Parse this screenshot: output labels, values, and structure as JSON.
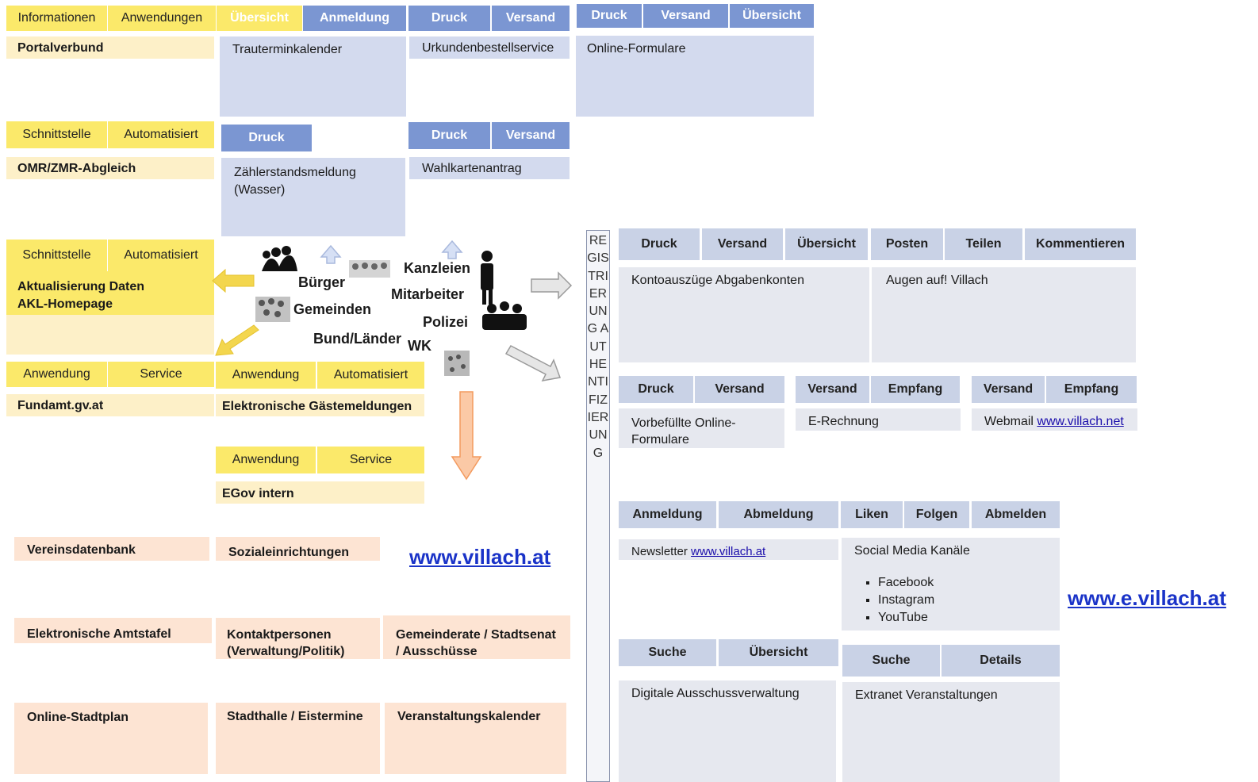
{
  "top": {
    "informationen": "Informationen",
    "anwendungen": "Anwendungen",
    "uebersicht": "Übersicht",
    "anmeldung": "Anmeldung",
    "druck": "Druck",
    "versand": "Versand",
    "druck2": "Druck",
    "versand2": "Versand",
    "uebersicht2": "Übersicht"
  },
  "row1": {
    "portalverbund": "Portalverbund",
    "trauterminkalender": "Trauterminkalender",
    "urkunden": "Urkundenbestellservice",
    "online_formulare": "Online-Formulare"
  },
  "row2": {
    "schnittstelle": "Schnittstelle",
    "automatisiert": "Automatisiert",
    "druck": "Druck",
    "druck2": "Druck",
    "versand": "Versand",
    "omr": "OMR/ZMR-Abgleich",
    "zaehler": "Zählerstandsmeldung (Wasser)",
    "wahlkarten": "Wahlkartenantrag"
  },
  "row3": {
    "schnittstelle": "Schnittstelle",
    "automatisiert": "Automatisiert",
    "akl": "Aktualisierung Daten AKL-Homepage"
  },
  "row4": {
    "anwendung": "Anwendung",
    "service": "Service",
    "anwendung2": "Anwendung",
    "automatisiert": "Automatisiert",
    "fundamt": "Fundamt.gv.at",
    "gaeste": "Elektronische Gästemeldungen"
  },
  "row5": {
    "anwendung": "Anwendung",
    "service": "Service",
    "egov": "EGov intern"
  },
  "center": {
    "buerger": "Bürger",
    "gemeinden": "Gemeinden",
    "bund": "Bund/Länder",
    "kanzleien": "Kanzleien",
    "mitarbeiter": "Mitarbeiter",
    "polizei": "Polizei",
    "wk": "WK"
  },
  "lower": {
    "vereinsdatenbank": "Vereinsdatenbank",
    "sozial": "Sozialeinrichtungen",
    "villach_link": "www.villach.at",
    "amtstafel": "Elektronische Amtstafel",
    "kontakt": "Kontaktpersonen (Verwaltung/Politik)",
    "gemeinderat": "Gemeinderate / Stadtsenat / Ausschüsse",
    "stadtplan": "Online-Stadtplan",
    "stadthalle": "Stadthalle / Eistermine",
    "veranstaltungskalender": "Veranstaltungskalender"
  },
  "vertical_bar": "REGISTRIERUNG AUTHENTIFIZIERUNG",
  "right": {
    "h1": [
      "Druck",
      "Versand",
      "Übersicht",
      "Posten",
      "Teilen",
      "Kommentieren"
    ],
    "konto": "Kontoauszüge Abgabenkonten",
    "augen": "Augen auf! Villach",
    "h2a": [
      "Druck",
      "Versand"
    ],
    "h2b": [
      "Versand",
      "Empfang"
    ],
    "h2c": [
      "Versand",
      "Empfang"
    ],
    "vorbefuellt": "Vorbefüllte Online-Formulare",
    "erechnung": "E-Rechnung",
    "webmail": "Webmail",
    "webmail_link": "www.villach.net",
    "h3a": [
      "Anmeldung",
      "Abmeldung"
    ],
    "h3b": [
      "Liken",
      "Folgen",
      "Abmelden"
    ],
    "newsletter": "Newsletter",
    "newsletter_link": "www.villach.at",
    "social": "Social Media Kanäle",
    "social_items": [
      "Facebook",
      "Instagram",
      "YouTube"
    ],
    "e_villach": "www.e.villach.at",
    "h4a": [
      "Suche",
      "Übersicht"
    ],
    "h4b": [
      "Suche",
      "Details"
    ],
    "ausschuss": "Digitale Ausschussverwaltung",
    "extranet": "Extranet Veranstaltungen"
  },
  "colors": {
    "yellow_header": "#fbe96a",
    "blue_header": "#7b96d2",
    "grey_header": "#c9d2e6",
    "peach": "#fde4d3",
    "link": "#1a33c8"
  }
}
